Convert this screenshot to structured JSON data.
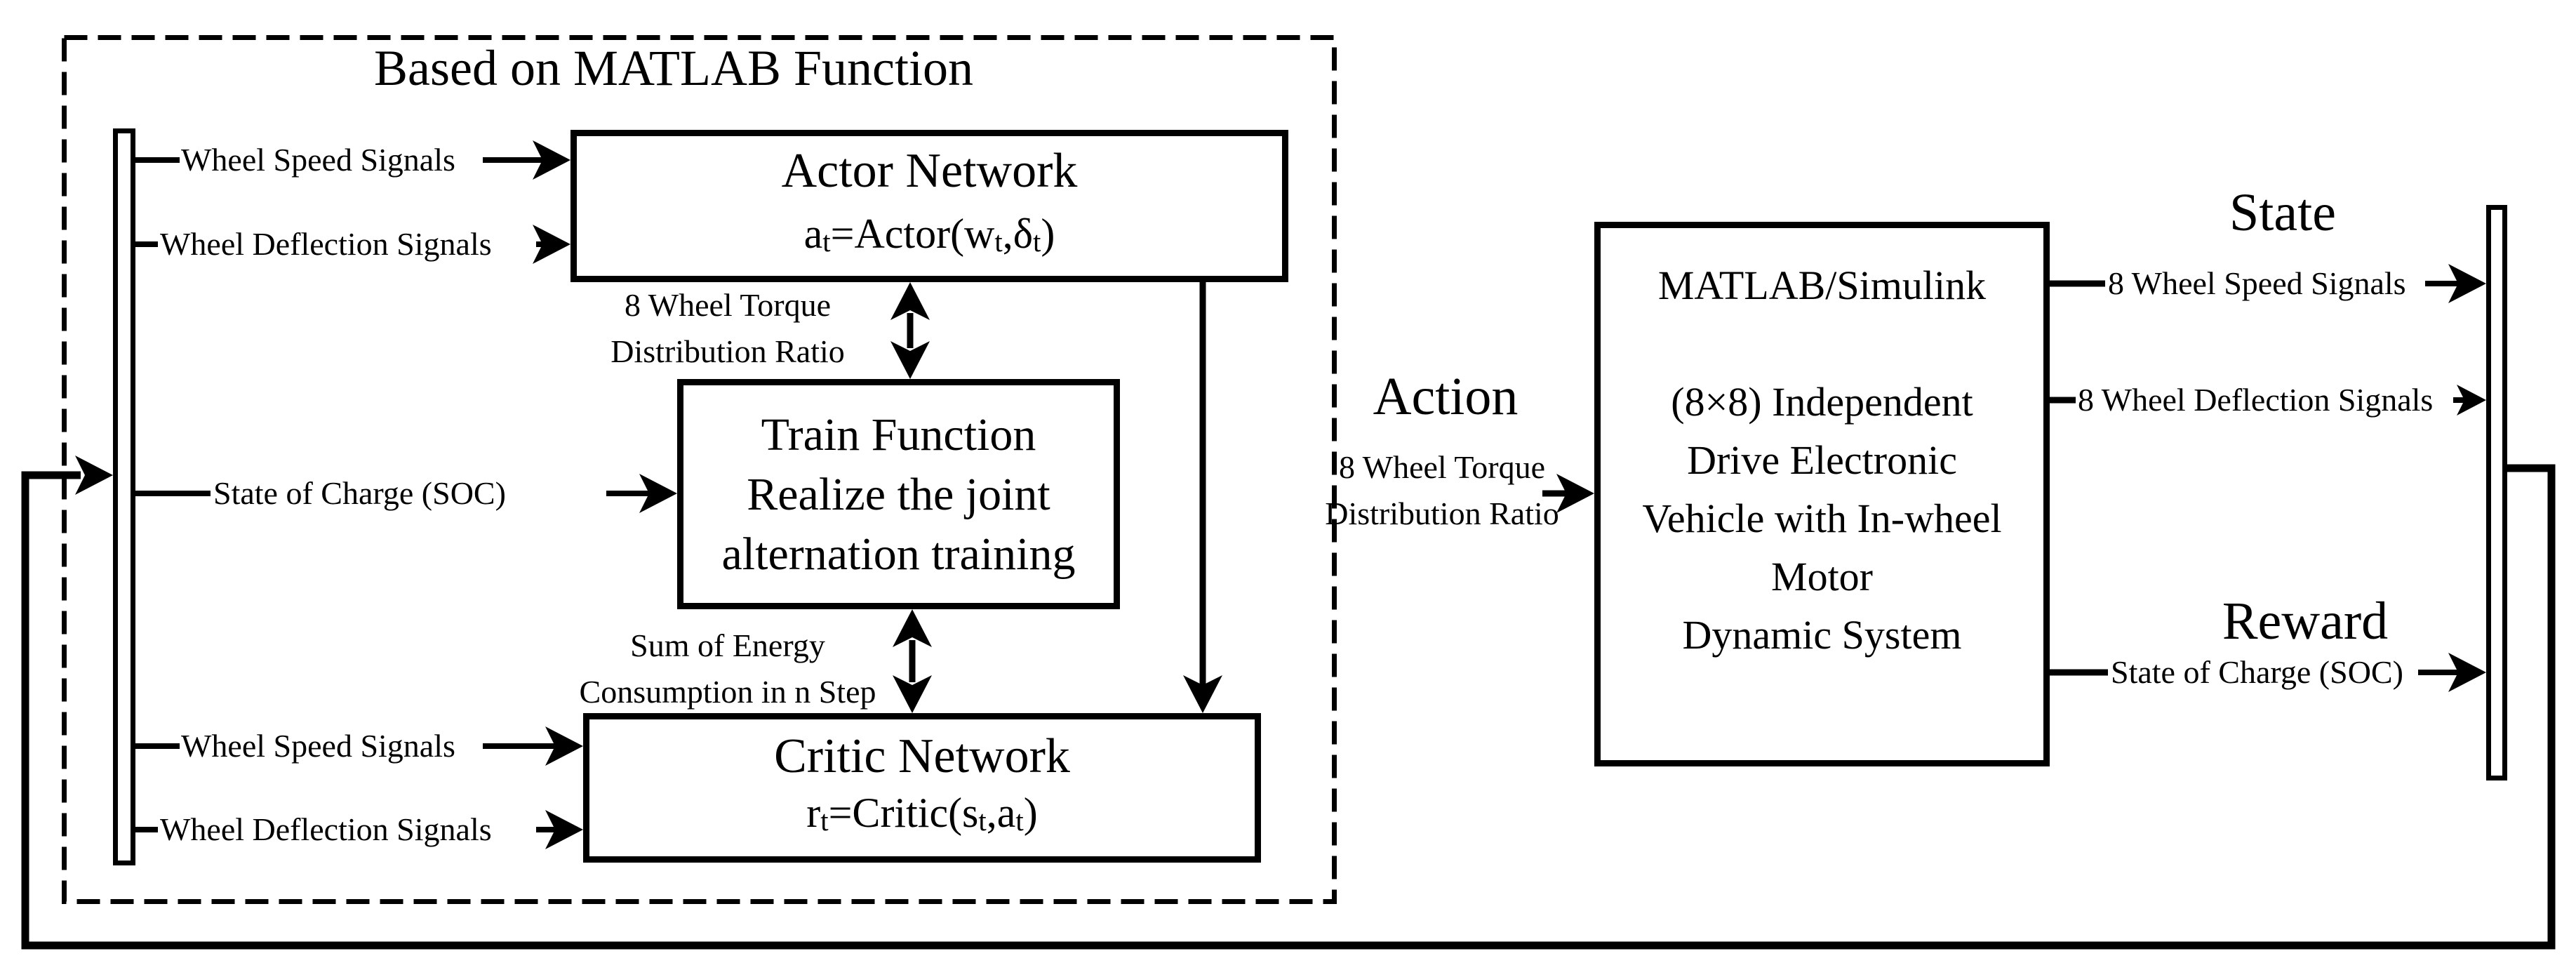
{
  "figure": {
    "title": "Based on MATLAB Function"
  },
  "boxes": {
    "actor": {
      "title": "Actor Network",
      "formula": [
        "a",
        "t",
        "=Actor(w",
        "t",
        ",δ",
        "t",
        ")"
      ]
    },
    "train": {
      "lines": [
        "Train Function",
        "Realize the joint",
        "alternation training"
      ]
    },
    "critic": {
      "title": "Critic Network",
      "formula": [
        "r",
        "t",
        "=Critic(s",
        "t",
        ",a",
        "t",
        ")"
      ]
    },
    "simulink": {
      "lines": [
        "MATLAB/Simulink",
        "",
        "(8×8) Independent",
        "Drive Electronic",
        "Vehicle with In-wheel",
        "Motor",
        "Dynamic System"
      ]
    }
  },
  "sections": {
    "action": "Action",
    "state": "State",
    "reward": "Reward"
  },
  "labels": {
    "wheel_speed_top": "Wheel Speed Signals",
    "wheel_deflection_top": "Wheel Deflection Signals",
    "soc_input": "State of Charge (SOC)",
    "wheel_speed_bottom": "Wheel Speed Signals",
    "wheel_deflection_bottom": "Wheel Deflection Signals",
    "torque_ratio_line1": "8 Wheel Torque",
    "torque_ratio_line2": "Distribution Ratio",
    "energy_line1": "Sum of Energy",
    "energy_line2": "Consumption in n Step",
    "action_line1": "8 Wheel Torque",
    "action_line2": "Distribution Ratio",
    "out_speed": "8 Wheel Speed Signals",
    "out_deflection": "8 Wheel Deflection Signals",
    "out_soc": "State of Charge (SOC)"
  },
  "colors": {
    "ink": "#000000",
    "background": "#ffffff"
  }
}
